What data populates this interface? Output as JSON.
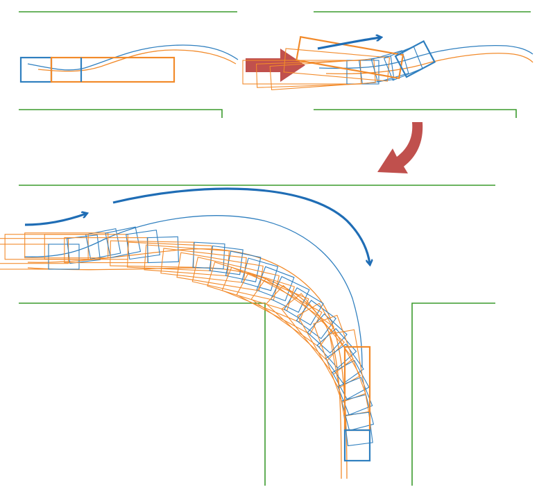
{
  "colors": {
    "wall": "#3a9a2c",
    "tractor": "#2f7fbf",
    "trailer": "#f28a2a",
    "step_arrow": "#c0504d",
    "motion_arrow": "#1f6db5"
  },
  "panels": [
    {
      "name": "straight-corridor-start",
      "frames": 1
    },
    {
      "name": "straight-corridor-swerve",
      "frames": 5
    },
    {
      "name": "corner-turn",
      "frames": 22
    }
  ],
  "icons": [
    "step-arrow-right",
    "step-arrow-curved-down",
    "motion-arrow"
  ]
}
